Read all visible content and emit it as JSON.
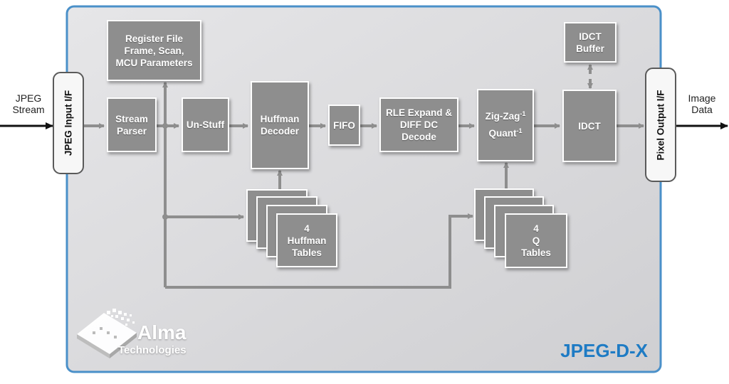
{
  "inputs": {
    "stream_label": [
      "JPEG",
      "Stream"
    ]
  },
  "outputs": {
    "image_label": [
      "Image",
      "Data"
    ]
  },
  "interfaces": {
    "input": "JPEG Input I/F",
    "output": "Pixel Output I/F"
  },
  "blocks": {
    "register_file": [
      "Register File",
      "Frame, Scan,",
      "MCU Parameters"
    ],
    "stream_parser": [
      "Stream",
      "Parser"
    ],
    "unstuff": [
      "Un-Stuff"
    ],
    "huffman_decoder": [
      "Huffman",
      "Decoder"
    ],
    "fifo": [
      "FIFO"
    ],
    "rle_expand": [
      "RLE Expand &",
      "DIFF DC",
      "Decode"
    ],
    "zigzag": {
      "line1": "Zig-Zag",
      "line1_sup": "-1",
      "line2": "Quant",
      "line2_sup": "-1"
    },
    "idct_buffer": [
      "IDCT",
      "Buffer"
    ],
    "idct": [
      "IDCT"
    ],
    "huffman_tables": [
      "4",
      "Huffman",
      "Tables"
    ],
    "q_tables": [
      "4",
      "Q",
      "Tables"
    ]
  },
  "branding": {
    "company": "Alma",
    "company_sub": "Technologies",
    "product": "JPEG-D-X"
  },
  "colors": {
    "panel_fill": "#d6d6d8",
    "panel_border": "#4a90c9",
    "block_fill": "#8e8e8e",
    "arrow": "#8e8e8e",
    "external_arrow": "#111111",
    "product_text": "#1e7bc4"
  }
}
